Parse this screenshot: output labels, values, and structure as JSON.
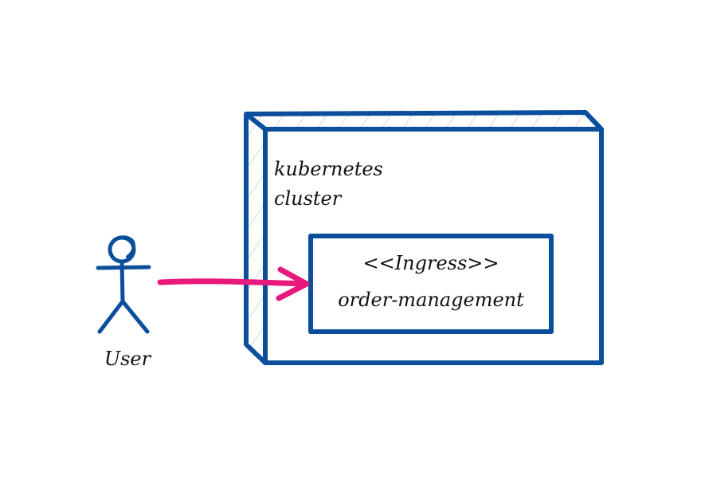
{
  "diagram": {
    "actor": {
      "label": "User",
      "icon": "stick-figure-icon"
    },
    "node": {
      "label_line1": "kubernetes",
      "label_line2": "cluster",
      "type": "3d-box"
    },
    "component": {
      "stereotype": "<<Ingress>>",
      "name": "order-management"
    },
    "connection": {
      "from": "User",
      "to": "order-management",
      "style": "arrow"
    },
    "colors": {
      "stroke": "#0b4f9c",
      "arrow": "#e8197d",
      "hatch": "#dfe3ea",
      "text": "#111111",
      "background": "#ffffff"
    }
  }
}
